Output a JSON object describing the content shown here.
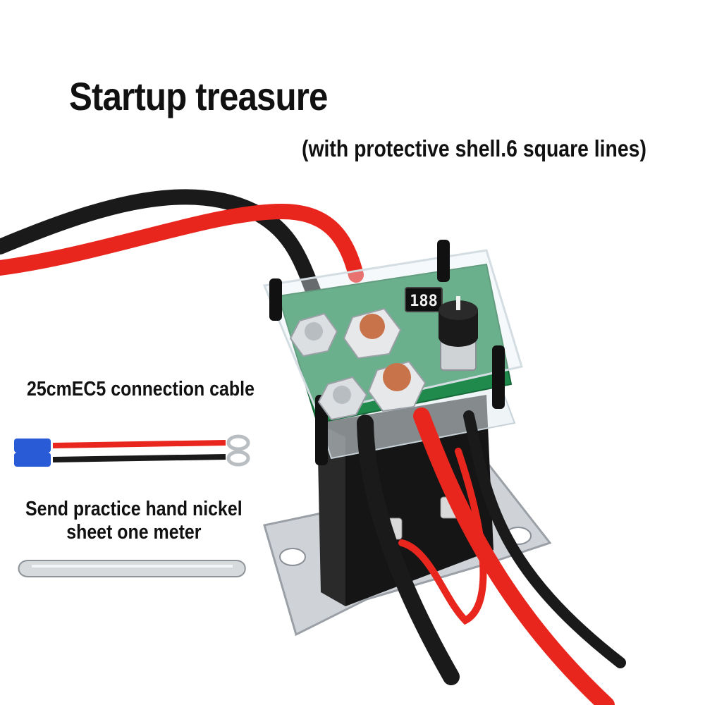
{
  "title": "Startup treasure",
  "subtitle": "(with protective shell.6 square lines)",
  "accessory_cable": {
    "caption": "25cmEC5 connection cable"
  },
  "accessory_nickel": {
    "caption_line1": "Send practice hand nickel",
    "caption_line2": "sheet one meter"
  },
  "display_reading": "188",
  "colors": {
    "cable_red": "#e8261e",
    "cable_black": "#1a1a1a",
    "pcb_green": "#1f8a4c",
    "connector_blue": "#2a5bd7",
    "copper": "#c8734a"
  }
}
